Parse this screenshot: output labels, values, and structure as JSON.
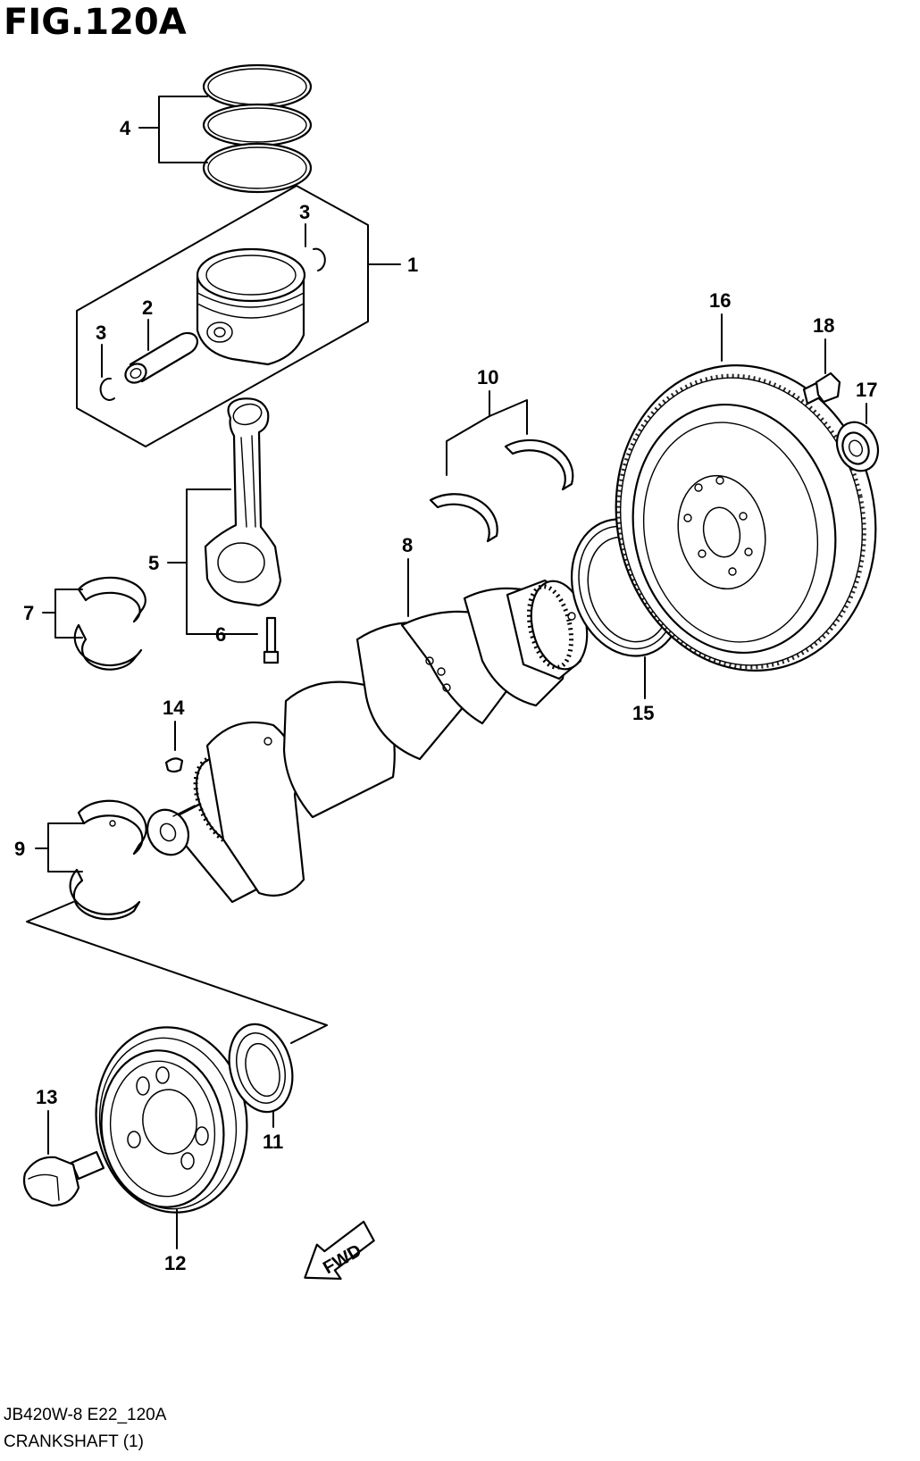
{
  "figure": {
    "title": "FIG.120A",
    "code": "JB420W-8 E22_120A",
    "caption": "CRANKSHAFT (1)"
  },
  "callouts": {
    "c1": "1",
    "c2": "2",
    "c3a": "3",
    "c3b": "3",
    "c4": "4",
    "c5": "5",
    "c6": "6",
    "c7": "7",
    "c8": "8",
    "c9": "9",
    "c10": "10",
    "c11": "11",
    "c12": "12",
    "c13": "13",
    "c14": "14",
    "c15": "15",
    "c16": "16",
    "c17": "17",
    "c18": "18"
  },
  "direction_label": "FWD"
}
